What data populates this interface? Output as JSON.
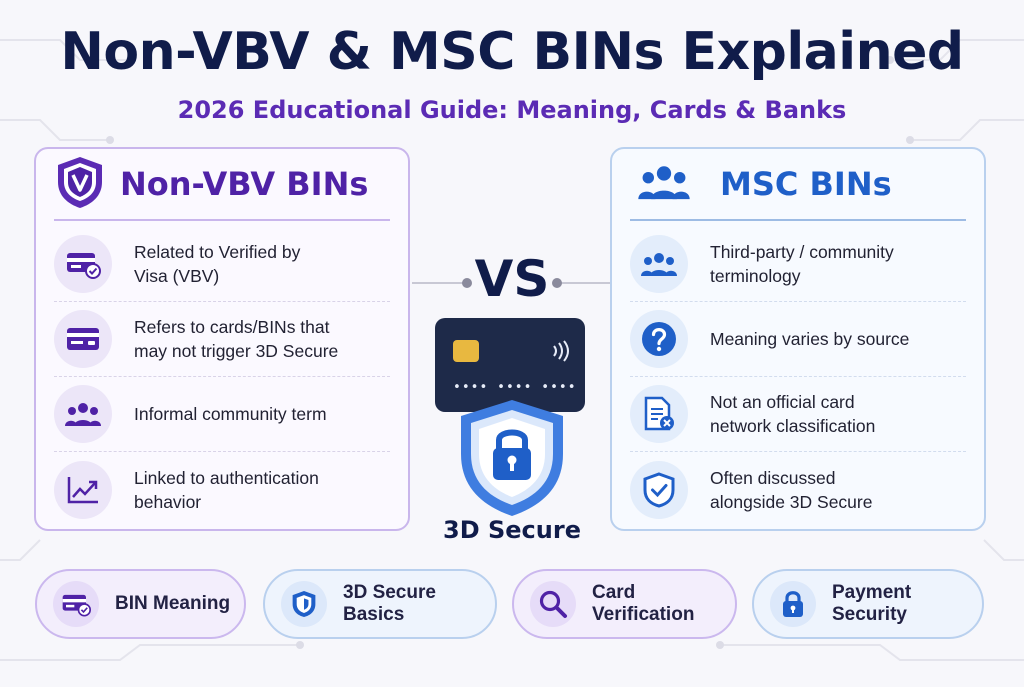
{
  "title": "Non-VBV & MSC BINs Explained",
  "subtitle": "2026 Educational Guide: Meaning, Cards & Banks",
  "left_panel": {
    "title": "Non-VBV BINs",
    "icon": "v-shield-icon",
    "rows": [
      {
        "icon": "card-check-icon",
        "text": "Related to Verified by\nVisa (VBV)"
      },
      {
        "icon": "card-icon",
        "text": "Refers to cards/BINs that\nmay not trigger 3D Secure"
      },
      {
        "icon": "people-icon",
        "text": "Informal community term"
      },
      {
        "icon": "trend-chart-icon",
        "text": "Linked to authentication\nbehavior"
      }
    ]
  },
  "right_panel": {
    "title": "MSC BINs",
    "icon": "people-icon",
    "rows": [
      {
        "icon": "people-icon",
        "text": "Third-party / community\nterminology"
      },
      {
        "icon": "question-icon",
        "text": "Meaning varies by source"
      },
      {
        "icon": "document-x-icon",
        "text": "Not an official card\nnetwork classification"
      },
      {
        "icon": "shield-check-icon",
        "text": "Often discussed\nalongside 3D Secure"
      }
    ]
  },
  "center": {
    "vs": "VS",
    "secure_label": "3D Secure",
    "card_number_mask": "•••• •••• ••••"
  },
  "topics": [
    {
      "label": "BIN Meaning",
      "icon": "card-check-icon"
    },
    {
      "label": "3D Secure Basics",
      "icon": "shield-icon"
    },
    {
      "label": "Card Verification",
      "icon": "search-icon"
    },
    {
      "label": "Payment Security",
      "icon": "lock-icon"
    }
  ],
  "colors": {
    "navy": "#101c4a",
    "purple": "#5b2bb4",
    "blue": "#1f5fc8"
  }
}
